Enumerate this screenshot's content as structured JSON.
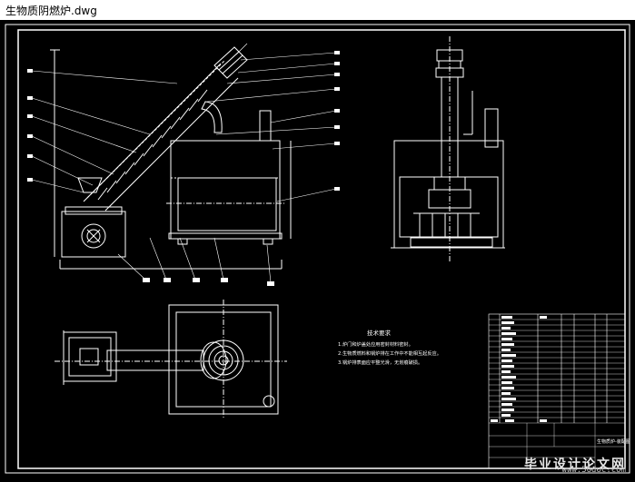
{
  "window": {
    "title": "生物质阴燃炉.dwg"
  },
  "tech_requirements": {
    "heading": "技术要求",
    "lines": [
      "1.炉门和炉盖处应用密封材料密封。",
      "2.生物质燃料和锅炉排在工作中不能相互起反应。",
      "3.锅炉排表面应平整光滑，无划痕破损。"
    ]
  },
  "title_block": {
    "name": "生物质炉-装配图"
  },
  "watermark": {
    "text": "毕业设计论文网",
    "url": "www.56doc.com"
  },
  "colors": {
    "background": "#000000",
    "lines": "#ffffff",
    "leaders": "#ffffff",
    "tag": "#ffff00"
  }
}
